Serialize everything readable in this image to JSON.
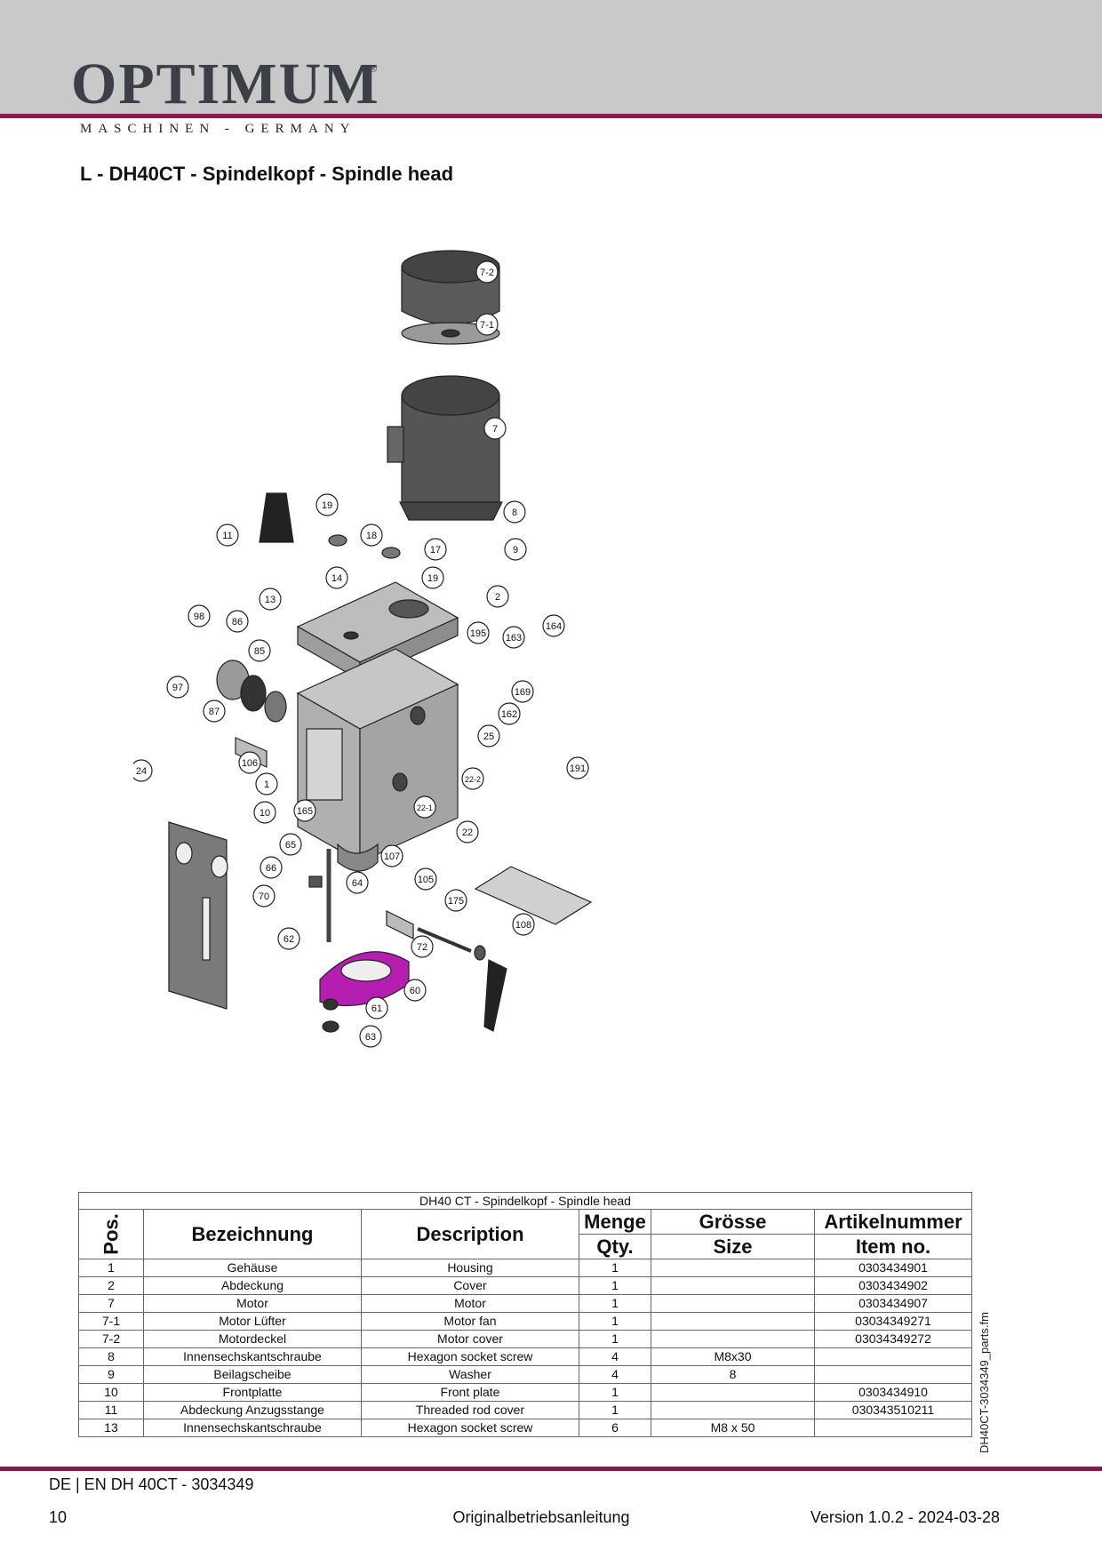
{
  "header": {
    "brand": "OPTIMUM",
    "registered": "®",
    "tagline": "MASCHINEN - GERMANY",
    "title": "L - DH40CT - Spindelkopf - Spindle head"
  },
  "colors": {
    "accent": "#7c1f4f",
    "header_band": "#c9c9c9",
    "highlight_part": "#b51eb0"
  },
  "diagram": {
    "callouts": [
      "7-2",
      "7-1",
      "7",
      "8",
      "9",
      "19",
      "18",
      "17",
      "19",
      "11",
      "14",
      "13",
      "2",
      "98",
      "86",
      "85",
      "195",
      "163",
      "164",
      "97",
      "169",
      "87",
      "162",
      "25",
      "24",
      "106",
      "1",
      "191",
      "22-2",
      "22-1",
      "22",
      "10",
      "165",
      "65",
      "107",
      "66",
      "64",
      "105",
      "175",
      "70",
      "108",
      "62",
      "72",
      "60",
      "61",
      "63"
    ]
  },
  "table": {
    "caption": "DH40 CT - Spindelkopf - Spindle head",
    "headers": {
      "pos": "Pos.",
      "bezeichnung": "Bezeichnung",
      "description": "Description",
      "menge": "Menge",
      "qty": "Qty.",
      "groesse": "Grösse",
      "size": "Size",
      "artikel": "Artikelnummer",
      "item": "Item no."
    },
    "rows": [
      {
        "pos": "1",
        "bez": "Gehäuse",
        "desc": "Housing",
        "qty": "1",
        "size": "",
        "item": "0303434901"
      },
      {
        "pos": "2",
        "bez": "Abdeckung",
        "desc": "Cover",
        "qty": "1",
        "size": "",
        "item": "0303434902"
      },
      {
        "pos": "7",
        "bez": "Motor",
        "desc": "Motor",
        "qty": "1",
        "size": "",
        "item": "0303434907"
      },
      {
        "pos": "7-1",
        "bez": "Motor Lüfter",
        "desc": "Motor fan",
        "qty": "1",
        "size": "",
        "item": "03034349271"
      },
      {
        "pos": "7-2",
        "bez": "Motordeckel",
        "desc": "Motor cover",
        "qty": "1",
        "size": "",
        "item": "03034349272"
      },
      {
        "pos": "8",
        "bez": "Innensechskantschraube",
        "desc": "Hexagon socket screw",
        "qty": "4",
        "size": "M8x30",
        "item": ""
      },
      {
        "pos": "9",
        "bez": "Beilagscheibe",
        "desc": "Washer",
        "qty": "4",
        "size": "8",
        "item": ""
      },
      {
        "pos": "10",
        "bez": "Frontplatte",
        "desc": "Front plate",
        "qty": "1",
        "size": "",
        "item": "0303434910"
      },
      {
        "pos": "11",
        "bez": "Abdeckung Anzugsstange",
        "desc": "Threaded rod cover",
        "qty": "1",
        "size": "",
        "item": "030343510211"
      },
      {
        "pos": "13",
        "bez": "Innensechskantschraube",
        "desc": "Hexagon socket screw",
        "qty": "6",
        "size": "M8 x 50",
        "item": ""
      }
    ]
  },
  "side_note": "DH40CT-3034349_parts.fm",
  "footer": {
    "lang": "DE | EN    DH 40CT - 3034349",
    "page": "10",
    "center": "Originalbetriebsanleitung",
    "version": "Version 1.0.2 - 2024-03-28"
  }
}
